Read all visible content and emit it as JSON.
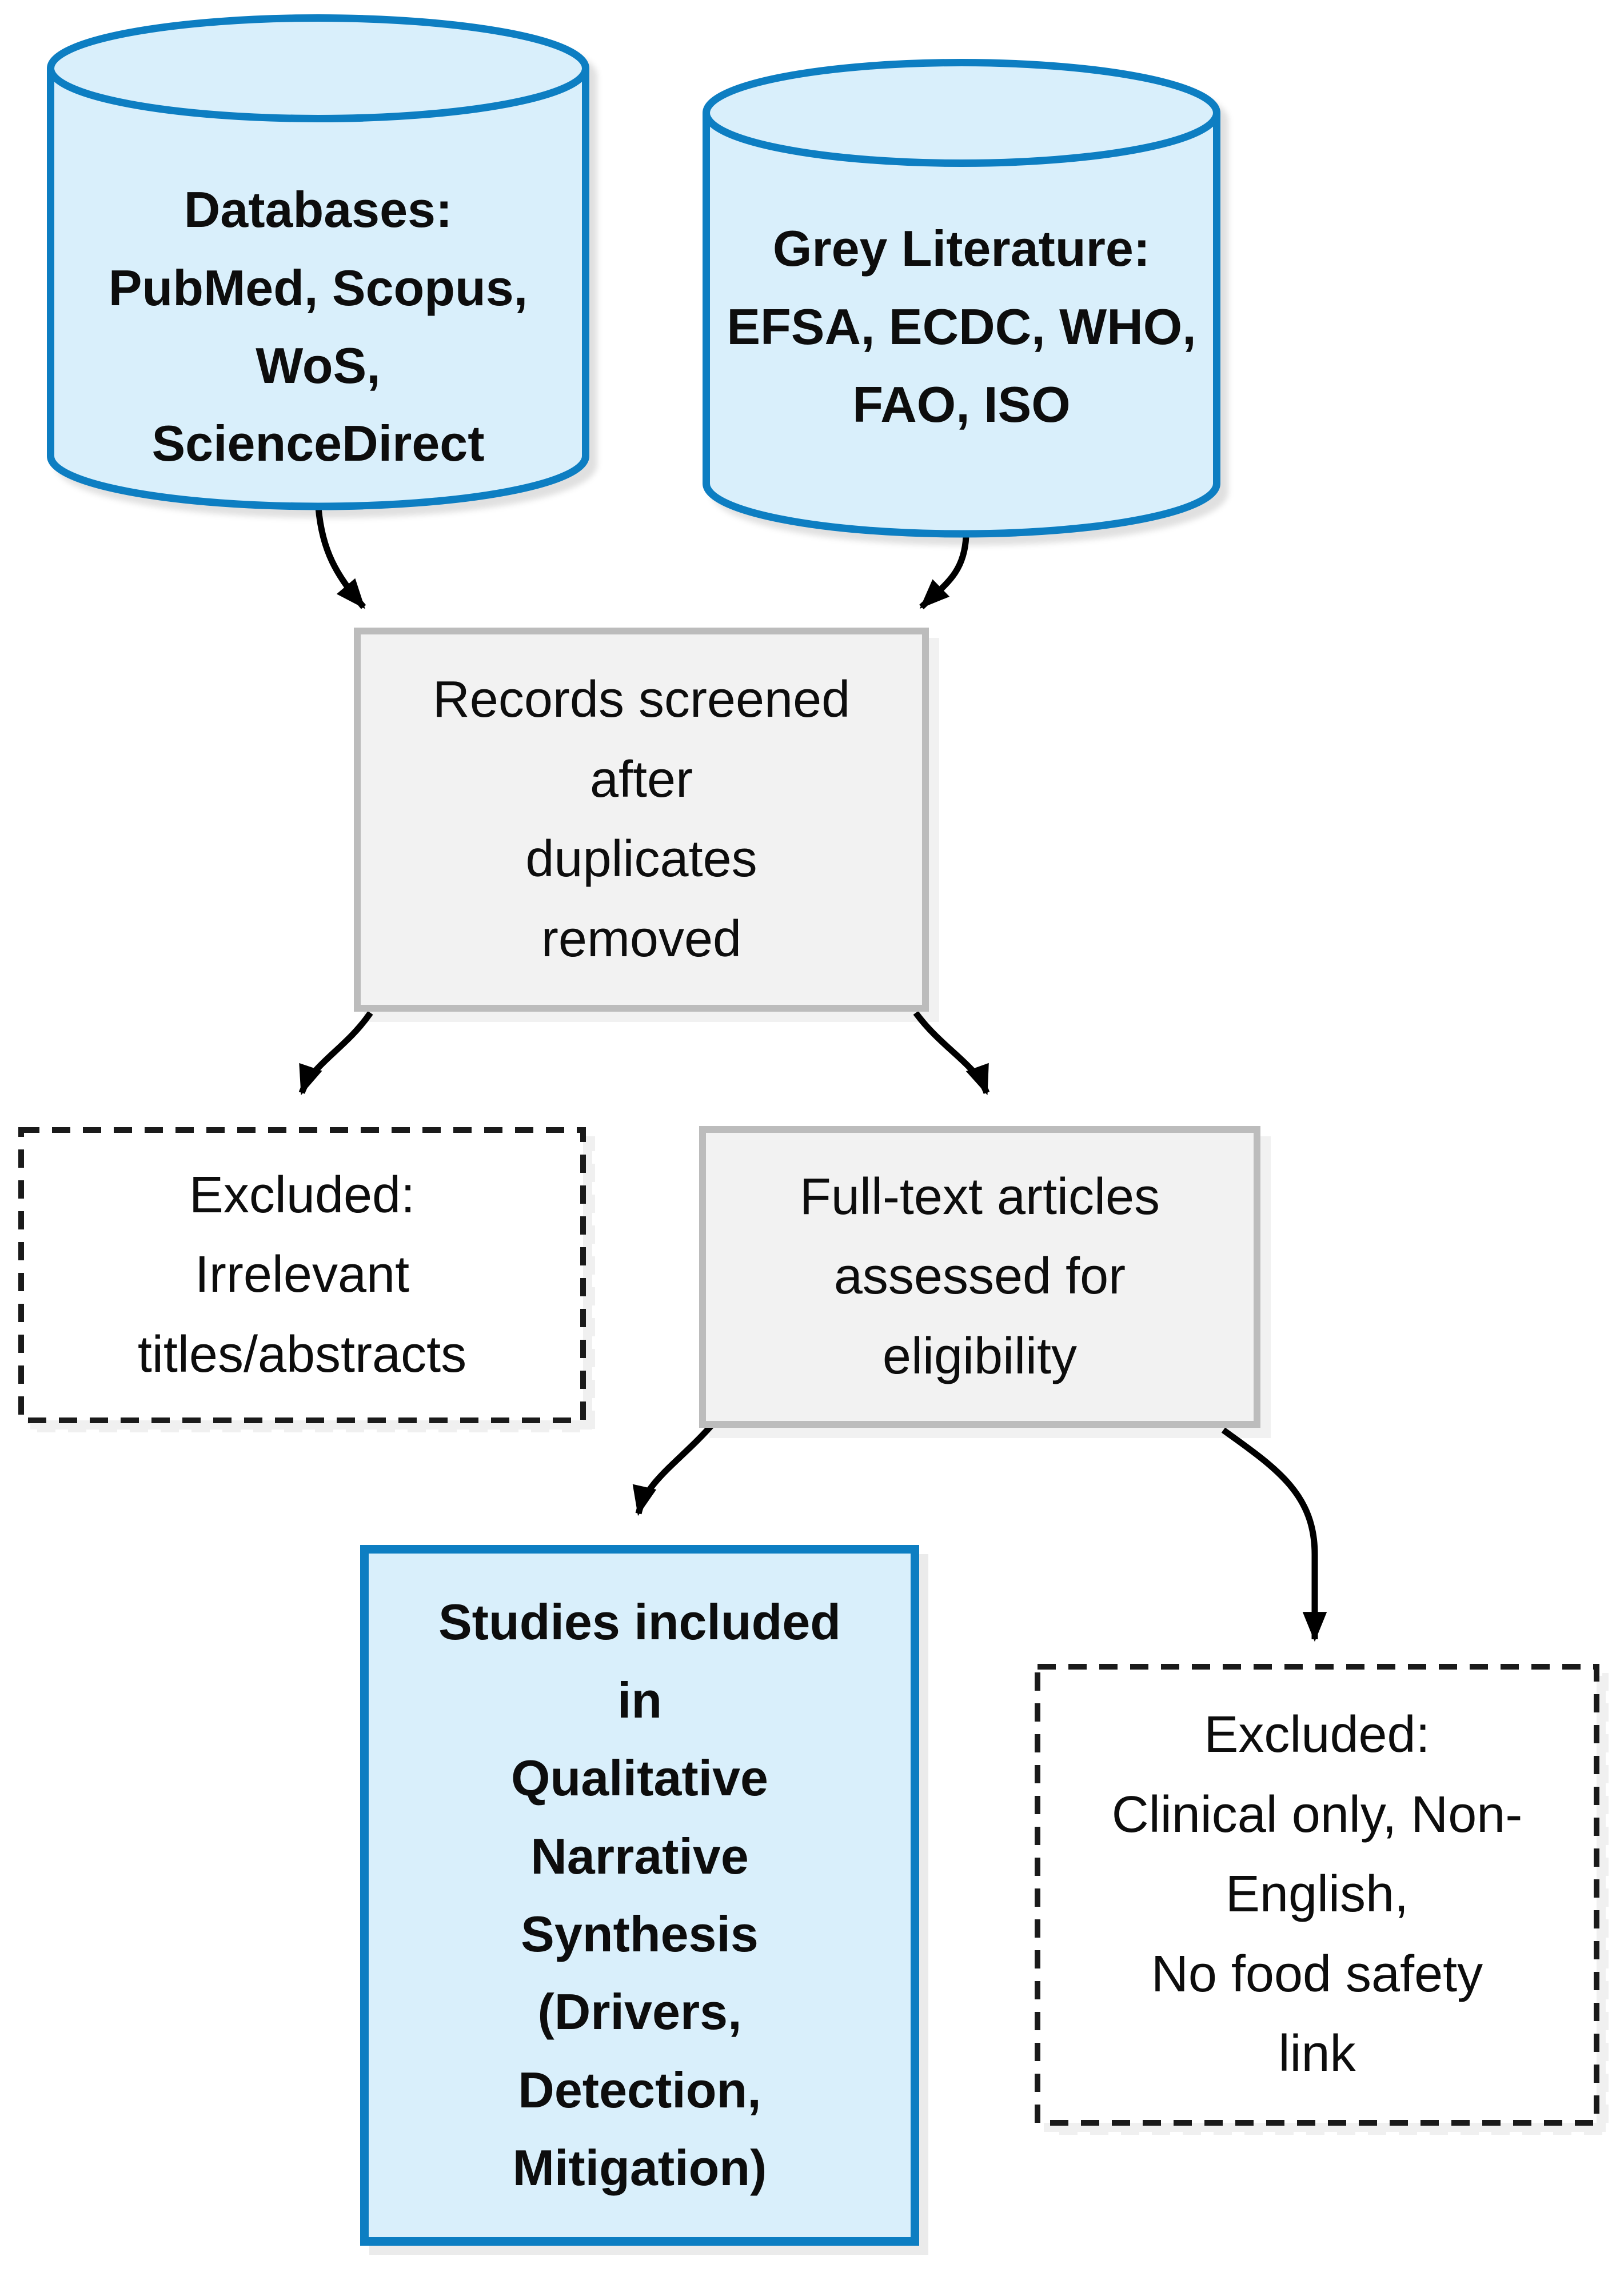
{
  "figure_type": "literature-screening-flowchart",
  "nodes": {
    "databases": {
      "shape": "cylinder",
      "label": "Databases:\nPubMed, Scopus,\nWoS,\nScienceDirect"
    },
    "grey_literature": {
      "shape": "cylinder",
      "label": "Grey Literature:\nEFSA, ECDC, WHO,\nFAO, ISO"
    },
    "records_screened": {
      "shape": "process-box",
      "label": "Records screened\nafter\nduplicates\nremoved"
    },
    "excluded_titles": {
      "shape": "dashed-box",
      "label": "Excluded:\nIrrelevant\ntitles/abstracts"
    },
    "full_text": {
      "shape": "process-box",
      "label": "Full-text articles\nassessed for\neligibility"
    },
    "studies_included": {
      "shape": "highlight-box",
      "label": "Studies included\nin\nQualitative\nNarrative\nSynthesis\n(Drivers,\nDetection,\nMitigation)"
    },
    "excluded_fulltext": {
      "shape": "dashed-box",
      "label": "Excluded:\nClinical only, Non-\nEnglish,\nNo food safety\nlink"
    }
  },
  "edges": [
    {
      "from": "databases",
      "to": "records_screened"
    },
    {
      "from": "grey_literature",
      "to": "records_screened"
    },
    {
      "from": "records_screened",
      "to": "excluded_titles"
    },
    {
      "from": "records_screened",
      "to": "full_text"
    },
    {
      "from": "full_text",
      "to": "studies_included"
    },
    {
      "from": "full_text",
      "to": "excluded_fulltext"
    }
  ],
  "colors": {
    "node_blue_border": "#0d7ec2",
    "node_blue_fill": "#d9effb",
    "node_gray_border": "#bcbcbc",
    "node_gray_fill": "#f2f2f2",
    "dashed_border": "#1a1a1a",
    "dashed_fill": "#ffffff",
    "arrow": "#000000",
    "text": "#0d0d0d",
    "background": "#ffffff"
  }
}
